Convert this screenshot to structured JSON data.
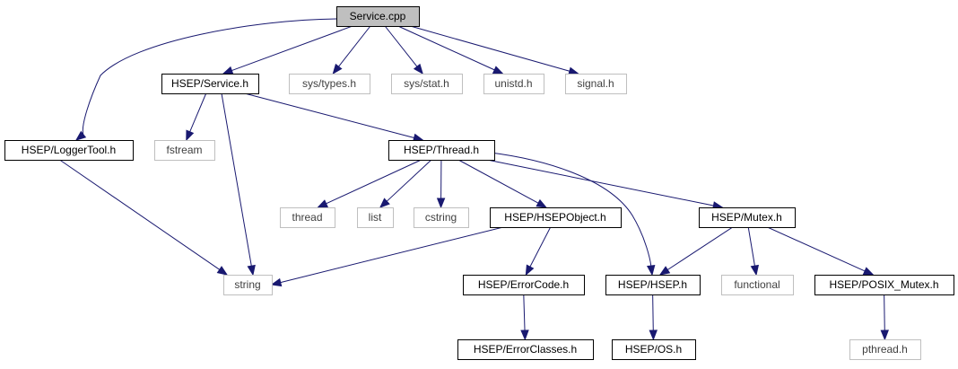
{
  "diagram": {
    "colors": {
      "edge": "#191970",
      "root_fill": "#bfbfbf",
      "documented_border": "#000000",
      "external_border": "#bfbfbf",
      "external_text": "#404040"
    },
    "nodes": [
      {
        "id": "service_cpp",
        "label": "Service.cpp",
        "kind": "root"
      },
      {
        "id": "hsep_service_h",
        "label": "HSEP/Service.h",
        "kind": "documented"
      },
      {
        "id": "sys_types_h",
        "label": "sys/types.h",
        "kind": "external"
      },
      {
        "id": "sys_stat_h",
        "label": "sys/stat.h",
        "kind": "external"
      },
      {
        "id": "unistd_h",
        "label": "unistd.h",
        "kind": "external"
      },
      {
        "id": "signal_h",
        "label": "signal.h",
        "kind": "external"
      },
      {
        "id": "hsep_loggertool_h",
        "label": "HSEP/LoggerTool.h",
        "kind": "documented"
      },
      {
        "id": "fstream",
        "label": "fstream",
        "kind": "external"
      },
      {
        "id": "hsep_thread_h",
        "label": "HSEP/Thread.h",
        "kind": "documented"
      },
      {
        "id": "thread",
        "label": "thread",
        "kind": "external"
      },
      {
        "id": "list",
        "label": "list",
        "kind": "external"
      },
      {
        "id": "cstring",
        "label": "cstring",
        "kind": "external"
      },
      {
        "id": "hsep_hsepobject_h",
        "label": "HSEP/HSEPObject.h",
        "kind": "documented"
      },
      {
        "id": "hsep_mutex_h",
        "label": "HSEP/Mutex.h",
        "kind": "documented"
      },
      {
        "id": "string",
        "label": "string",
        "kind": "external"
      },
      {
        "id": "hsep_errorcode_h",
        "label": "HSEP/ErrorCode.h",
        "kind": "documented"
      },
      {
        "id": "hsep_hsep_h",
        "label": "HSEP/HSEP.h",
        "kind": "documented"
      },
      {
        "id": "functional",
        "label": "functional",
        "kind": "external"
      },
      {
        "id": "hsep_posix_mutex_h",
        "label": "HSEP/POSIX_Mutex.h",
        "kind": "documented"
      },
      {
        "id": "hsep_errorclasses_h",
        "label": "HSEP/ErrorClasses.h",
        "kind": "documented"
      },
      {
        "id": "hsep_os_h",
        "label": "HSEP/OS.h",
        "kind": "documented"
      },
      {
        "id": "pthread_h",
        "label": "pthread.h",
        "kind": "external"
      }
    ],
    "edges": [
      {
        "from": "service_cpp",
        "to": "hsep_service_h"
      },
      {
        "from": "service_cpp",
        "to": "sys_types_h"
      },
      {
        "from": "service_cpp",
        "to": "sys_stat_h"
      },
      {
        "from": "service_cpp",
        "to": "unistd_h"
      },
      {
        "from": "service_cpp",
        "to": "signal_h"
      },
      {
        "from": "service_cpp",
        "to": "hsep_loggertool_h"
      },
      {
        "from": "hsep_service_h",
        "to": "fstream"
      },
      {
        "from": "hsep_service_h",
        "to": "string"
      },
      {
        "from": "hsep_service_h",
        "to": "hsep_thread_h"
      },
      {
        "from": "hsep_loggertool_h",
        "to": "string"
      },
      {
        "from": "hsep_thread_h",
        "to": "thread"
      },
      {
        "from": "hsep_thread_h",
        "to": "list"
      },
      {
        "from": "hsep_thread_h",
        "to": "cstring"
      },
      {
        "from": "hsep_thread_h",
        "to": "hsep_hsepobject_h"
      },
      {
        "from": "hsep_thread_h",
        "to": "hsep_hsep_h"
      },
      {
        "from": "hsep_thread_h",
        "to": "hsep_mutex_h"
      },
      {
        "from": "hsep_hsepobject_h",
        "to": "string"
      },
      {
        "from": "hsep_hsepobject_h",
        "to": "hsep_errorcode_h"
      },
      {
        "from": "hsep_errorcode_h",
        "to": "hsep_errorclasses_h"
      },
      {
        "from": "hsep_mutex_h",
        "to": "hsep_hsep_h"
      },
      {
        "from": "hsep_mutex_h",
        "to": "functional"
      },
      {
        "from": "hsep_mutex_h",
        "to": "hsep_posix_mutex_h"
      },
      {
        "from": "hsep_hsep_h",
        "to": "hsep_os_h"
      },
      {
        "from": "hsep_posix_mutex_h",
        "to": "pthread_h"
      }
    ]
  }
}
